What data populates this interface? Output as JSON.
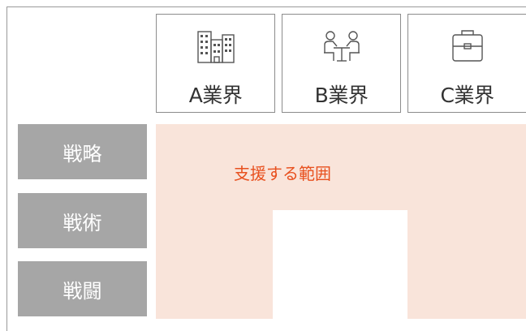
{
  "industries": [
    {
      "label": "A業界",
      "icon": "buildings-icon"
    },
    {
      "label": "B業界",
      "icon": "meeting-icon"
    },
    {
      "label": "C業界",
      "icon": "briefcase-icon"
    }
  ],
  "levels": [
    {
      "label": "戦略"
    },
    {
      "label": "戦術"
    },
    {
      "label": "戦闘"
    }
  ],
  "scope": {
    "label": "支援する範囲"
  },
  "colors": {
    "scope_fill": "#f9e4da",
    "scope_text": "#e8501e",
    "level_fill": "#a6a6a6",
    "box_border": "#8c8c8c"
  }
}
